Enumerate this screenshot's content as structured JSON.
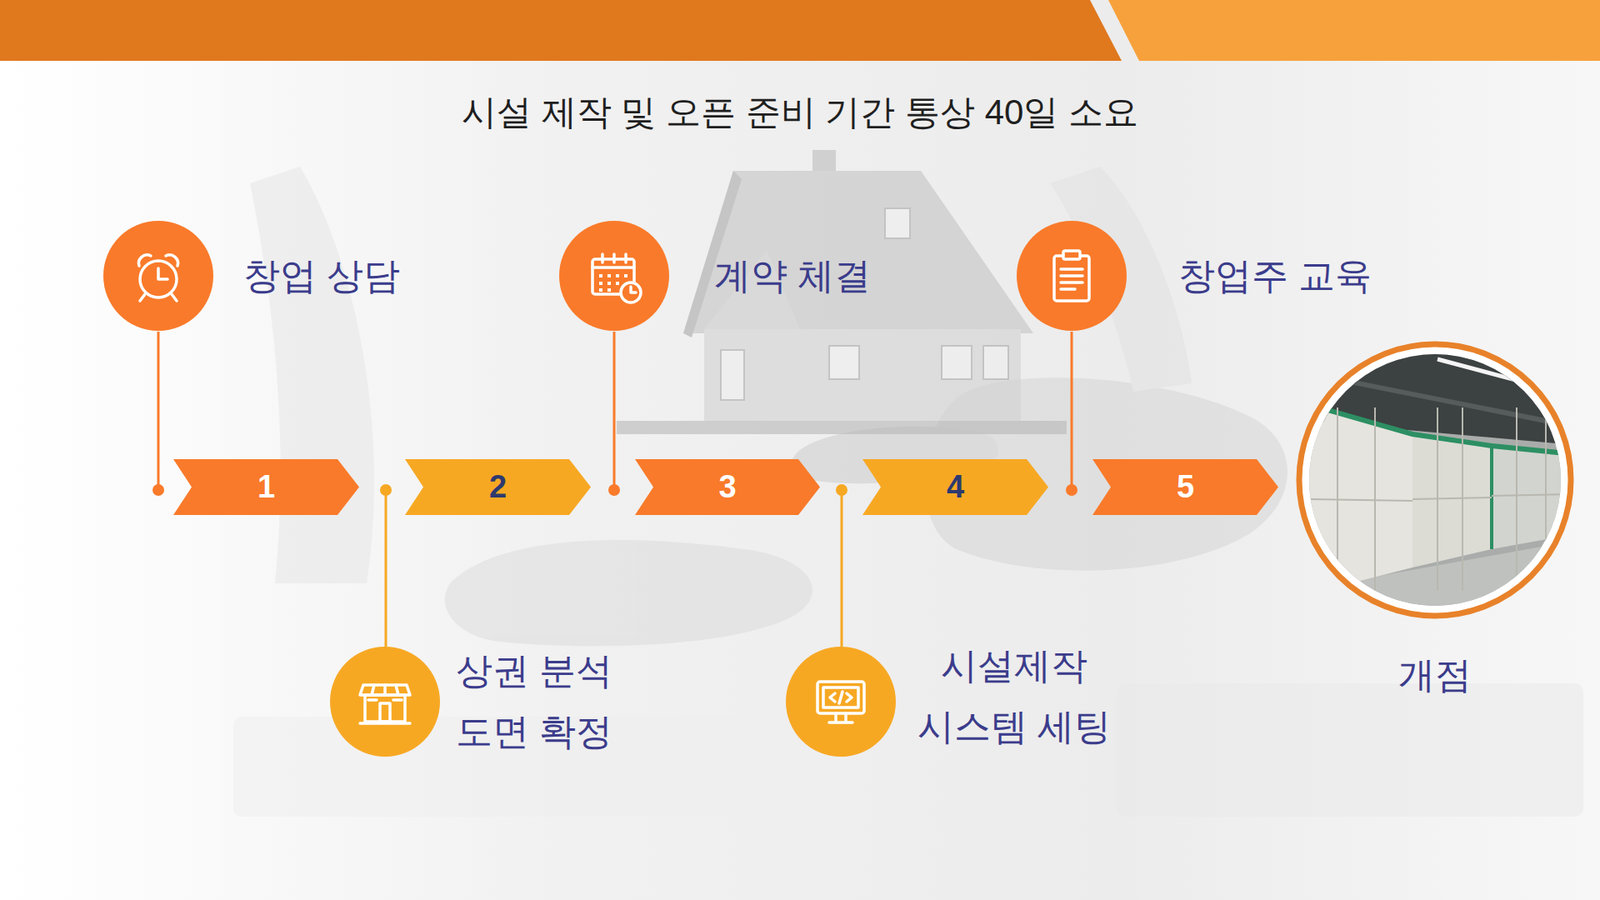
{
  "diagram": {
    "title": "시설 제작 및 오픈 준비 기간 통상 40일 소요",
    "nodes": [
      {
        "text": [
          "창업 상담"
        ]
      },
      {
        "text": [
          "1"
        ]
      },
      {
        "text": [
          "상권 분석 도면 확정"
        ]
      },
      {
        "text": [
          "2"
        ]
      },
      {
        "text": [
          "계약 체결"
        ]
      },
      {
        "text": [
          "3"
        ]
      },
      {
        "text": [
          "시설제작 시스템 세팅"
        ]
      },
      {
        "text": [
          "4"
        ]
      },
      {
        "text": [
          "창업주 교육"
        ]
      },
      {
        "text": [
          "5"
        ]
      },
      {
        "text": [
          "개점"
        ]
      }
    ]
  }
}
